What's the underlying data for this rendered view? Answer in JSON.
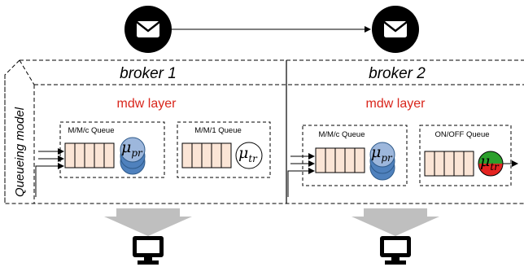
{
  "diagram": {
    "side_label": "Queueing model",
    "brokers": [
      {
        "title": "broker 1",
        "layer_label": "mdw layer",
        "queues": [
          {
            "title": "M/M/c Queue",
            "server": "μ",
            "server_sub": "pr",
            "server_style": "blue-stack"
          },
          {
            "title": "M/M/1 Queue",
            "server": "μ",
            "server_sub": "tr",
            "server_style": "white"
          }
        ]
      },
      {
        "title": "broker 2",
        "layer_label": "mdw layer",
        "queues": [
          {
            "title": "M/M/c Queue",
            "server": "μ",
            "server_sub": "pr",
            "server_style": "blue-stack"
          },
          {
            "title": "ON/OFF Queue",
            "server": "μ",
            "server_sub": "tr",
            "server_style": "green-red"
          }
        ]
      }
    ],
    "icons": [
      "envelope-icon",
      "envelope-icon",
      "monitor-icon",
      "monitor-icon"
    ],
    "colors": {
      "layer_text": "#d9261c",
      "queue_cell": "#fbe5d6",
      "server_blue": "#4f81bd",
      "server_blue_light": "#9db7dc",
      "server_green": "#2ca02c",
      "server_red": "#e52421",
      "arrow_grey": "#bfbfbf"
    }
  }
}
